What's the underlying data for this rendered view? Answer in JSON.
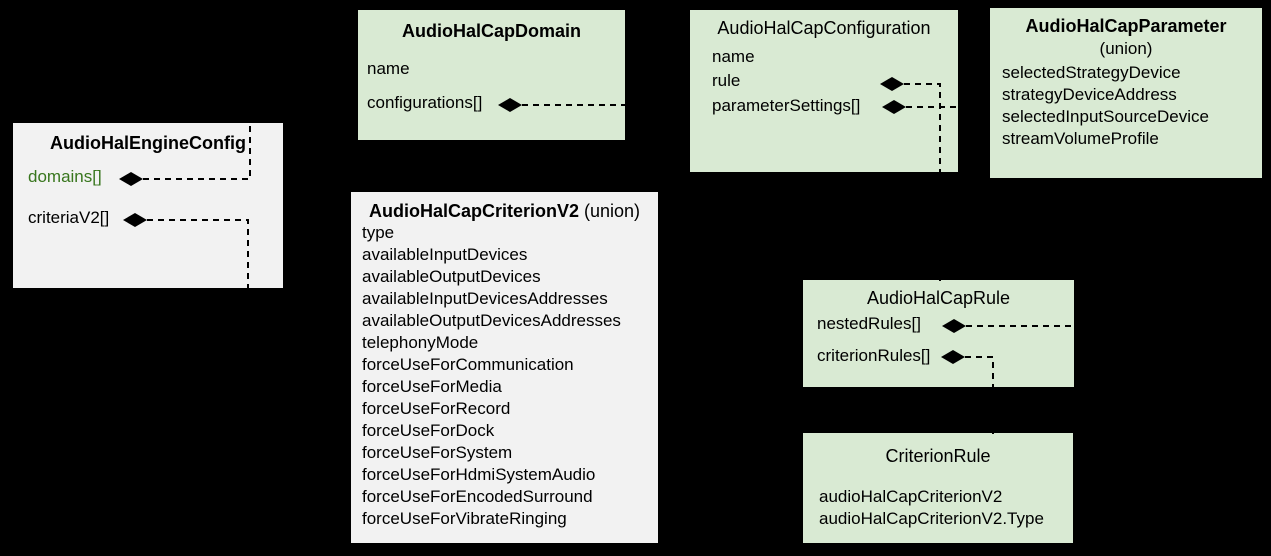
{
  "colors": {
    "background": "#000000",
    "green_box": "#d9ead3",
    "gray_box": "#f2f2f2",
    "connector": "#000000",
    "text": "#000000",
    "domains_label": "#38761d"
  },
  "boxes": {
    "engine_config": {
      "title": "AudioHalEngineConfig",
      "fields": [
        "domains[]",
        "criteriaV2[]"
      ]
    },
    "domain": {
      "title": "AudioHalCapDomain",
      "fields": [
        "name",
        "configurations[]"
      ]
    },
    "configuration": {
      "title": "AudioHalCapConfiguration",
      "fields": [
        "name",
        "rule",
        "parameterSettings[]"
      ]
    },
    "parameter": {
      "title": "AudioHalCapParameter",
      "subtitle": "(union)",
      "fields": [
        "selectedStrategyDevice",
        "strategyDeviceAddress",
        "selectedInputSourceDevice",
        "streamVolumeProfile"
      ]
    },
    "criterion_v2": {
      "title": "AudioHalCapCriterionV2",
      "title_suffix": "(union)",
      "fields": [
        "type",
        "availableInputDevices",
        "availableOutputDevices",
        "availableInputDevicesAddresses",
        "availableOutputDevicesAddresses",
        "telephonyMode",
        "forceUseForCommunication",
        "forceUseForMedia",
        "forceUseForRecord",
        "forceUseForDock",
        "forceUseForSystem",
        "forceUseForHdmiSystemAudio",
        "forceUseForEncodedSurround",
        "forceUseForVibrateRinging"
      ]
    },
    "rule": {
      "title": "AudioHalCapRule",
      "fields": [
        "nestedRules[]",
        "criterionRules[]"
      ]
    },
    "criterion_rule": {
      "title": "CriterionRule",
      "fields": [
        "audioHalCapCriterionV2",
        "audioHalCapCriterionV2.Type"
      ]
    }
  }
}
